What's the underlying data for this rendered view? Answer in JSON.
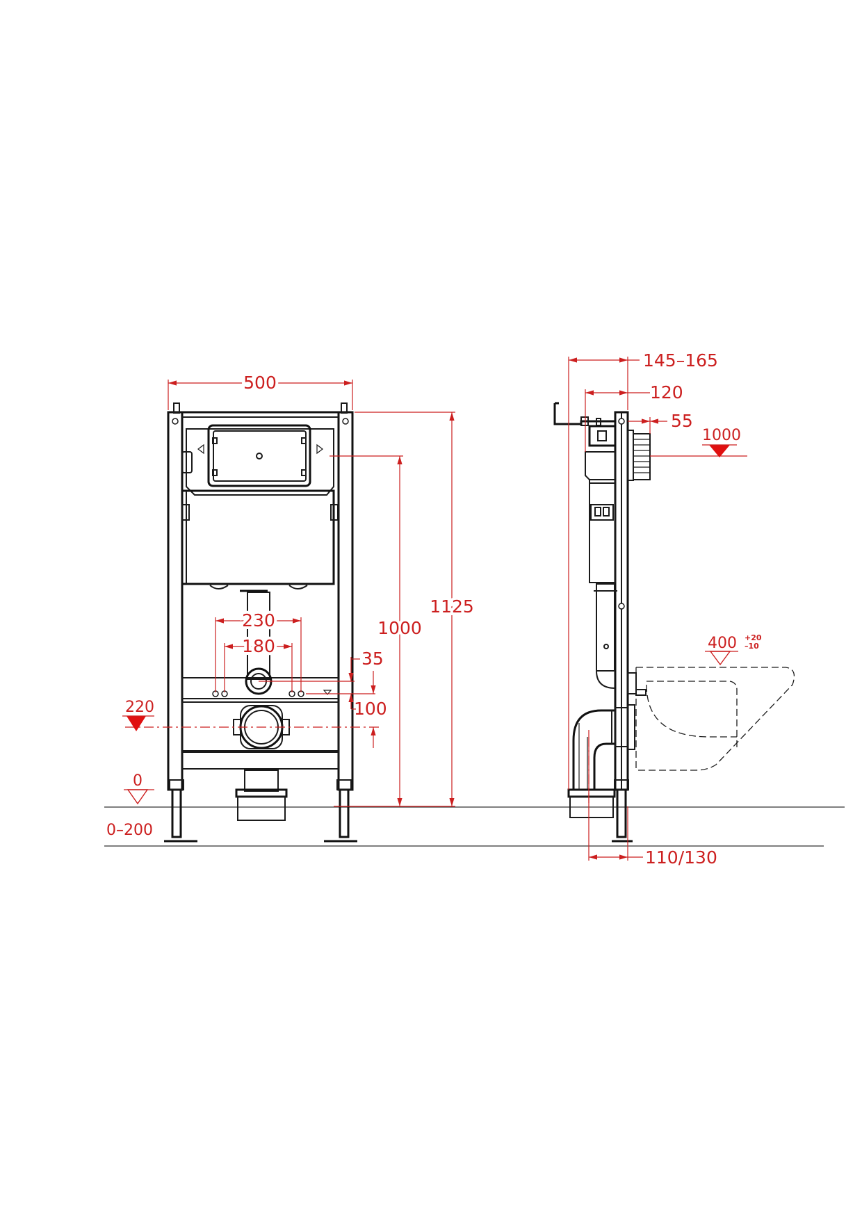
{
  "front_view": {
    "width_label": "500",
    "height_total_label": "1125",
    "height_top_label": "1000",
    "spacing_outer_label": "230",
    "spacing_inner_label": "180",
    "offset_35_label": "35",
    "offset_100_label": "100",
    "level_220_label": "220",
    "level_0_label": "0",
    "leg_range_label": "0–200"
  },
  "side_view": {
    "depth_range_label": "145–165",
    "depth_120_label": "120",
    "depth_55_label": "55",
    "level_1000_label": "1000",
    "level_400_label": "400",
    "tolerance_plus": "+20",
    "tolerance_minus": "–10",
    "pipe_offset_label": "110/130"
  },
  "colors": {
    "dimension": "#cc1f1f",
    "outline": "#1a1a1a",
    "level_marker": "#e01010"
  }
}
